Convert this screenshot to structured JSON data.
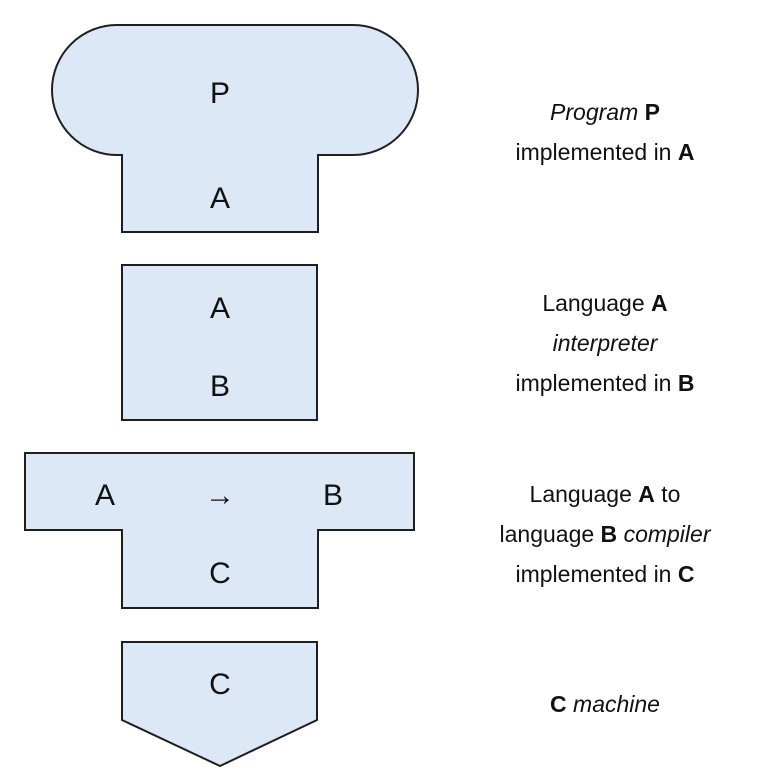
{
  "colors": {
    "shape_fill": "#dde8f6",
    "shape_stroke": "#1f1f1f",
    "text": "#111111"
  },
  "program": {
    "top_label": "P",
    "bottom_label": "A",
    "caption": {
      "program_word": "Program",
      "program_name": "P",
      "implemented_in": "implemented in",
      "implementation_language": "A"
    }
  },
  "interpreter": {
    "top_label": "A",
    "bottom_label": "B",
    "caption": {
      "language_word": "Language",
      "source_language": "A",
      "interpreter_word": "interpreter",
      "implemented_in": "implemented in",
      "implementation_language": "B"
    }
  },
  "compiler": {
    "source_label": "A",
    "arrow": "→",
    "target_label": "B",
    "bottom_label": "C",
    "caption": {
      "language_word": "Language",
      "source_language": "A",
      "to_word": "to",
      "language_word_lower": "language",
      "target_language": "B",
      "compiler_word": "compiler",
      "implemented_in": "implemented in",
      "implementation_language": "C"
    }
  },
  "machine": {
    "label": "C",
    "caption": {
      "machine_language": "C",
      "machine_word": "machine"
    }
  }
}
